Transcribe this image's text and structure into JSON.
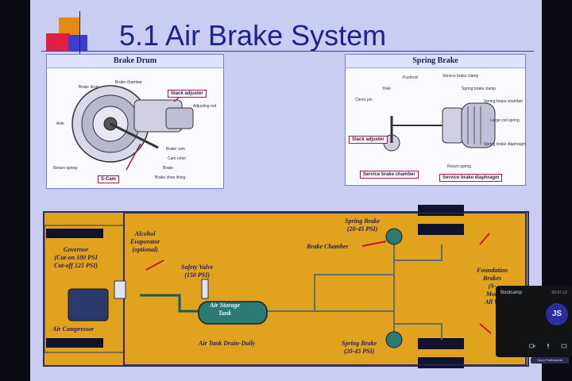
{
  "slide": {
    "title": "5.1 Air Brake System"
  },
  "brake_drum": {
    "title": "Brake Drum",
    "labels": {
      "brake_drum": "Brake drum",
      "brake_chamber": "Brake chamber",
      "slack_adjuster": "Slack adjuster",
      "adjusting_rod": "Adjusting rod",
      "axle": "Axle",
      "return_spring": "Return spring",
      "brake_cam": "Brake cam",
      "cam_roller": "Cam roller",
      "brake": "Brake",
      "brake_shoe_lining": "Brake shoe lining",
      "s_cam": "S-Cam"
    }
  },
  "spring_brake": {
    "title": "Spring Brake",
    "labels": {
      "pushrod": "Pushrod",
      "service_brake_clamp": "Service brake clamp",
      "yoke": "Yoke",
      "clevis_pin": "Clevis pin",
      "spring_brake_clamp": "Spring brake clamp",
      "spring_brake_chamber": "Spring brake chamber",
      "large_coil_spring": "Large coil spring",
      "spring_brake_diaphragm": "Spring brake diaphragm",
      "slack_adjuster": "Slack adjuster",
      "return_spring": "Return spring",
      "service_brake_chamber": "Service brake chamber",
      "service_brake_diaphragm": "Service brake diaphragm"
    }
  },
  "system_diagram": {
    "governor_title": "Governor",
    "governor_cut_on": "(Cut-on 100 PSI",
    "governor_cut_off": "Cut-off 125 PSI)",
    "alcohol_evaporator": "Alcohol",
    "alcohol_evaporator_2": "Evaporator",
    "alcohol_evaporator_3": "(optional)",
    "air_compressor": "Air Compressor",
    "safety_valve": "Safety Valve",
    "safety_valve_psi": "(150 PSI)",
    "air_storage_tank_1": "Air Storage",
    "air_storage_tank_2": "Tank",
    "air_tank_drain": "Air Tank Drain-Daily",
    "spring_brake_top": "Spring Brake",
    "spring_brake_top_psi": "(20-45 PSI)",
    "brake_chamber": "Brake Chamber",
    "spring_brake_bottom": "Spring Brake",
    "spring_brake_bottom_psi": "(20-45 PSI)",
    "foundation_1": "Foundation",
    "foundation_2": "Brakes",
    "foundation_3": "(S-",
    "foundation_4": "Mod",
    "foundation_5": "All W"
  },
  "video_tile": {
    "name": "Bootcamp",
    "time": "00:07:12",
    "initials": "JS",
    "tooltip": "Open Participants"
  }
}
